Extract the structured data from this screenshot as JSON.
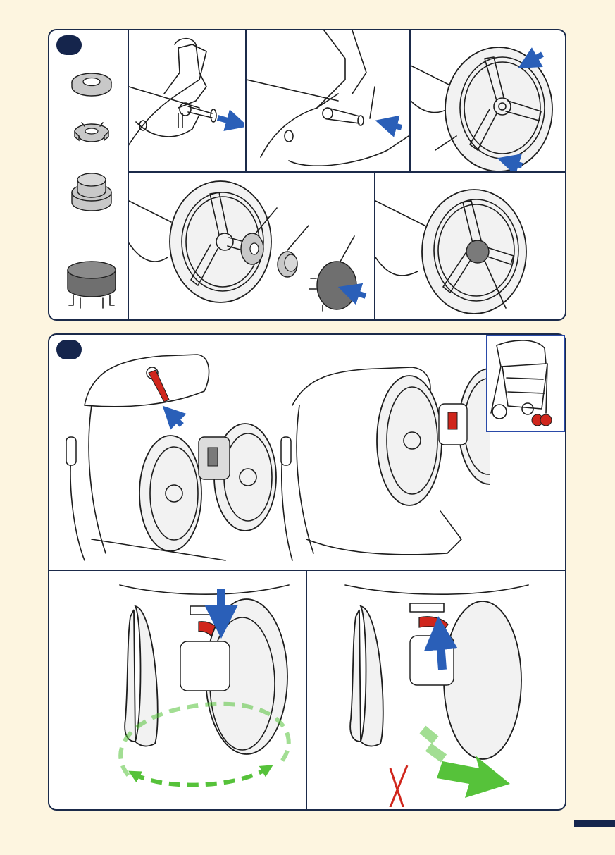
{
  "page": {
    "background": "#fdf5e0",
    "frame_color": "#1b2a4a",
    "accent_navy": "#15254c",
    "arrow_blue": "#2a5fb8",
    "arrow_green": "#56c23a",
    "lever_red": "#d0261c",
    "step_badge_a": "",
    "step_badge_b": ""
  },
  "section_a": {
    "parts": [
      "washer-icon",
      "clip-ring-icon",
      "bushing-icon",
      "hub-cap-icon"
    ],
    "steps": [
      "remove-axle-pin",
      "insert-axle-pin",
      "fit-wheel",
      "fit-clip-bushing-cap",
      "wheel-cap-fitted"
    ]
  },
  "section_b": {
    "steps": [
      "press-release-lever",
      "wheels-folded",
      "swivel-front-wheel",
      "lock-front-wheel"
    ]
  }
}
